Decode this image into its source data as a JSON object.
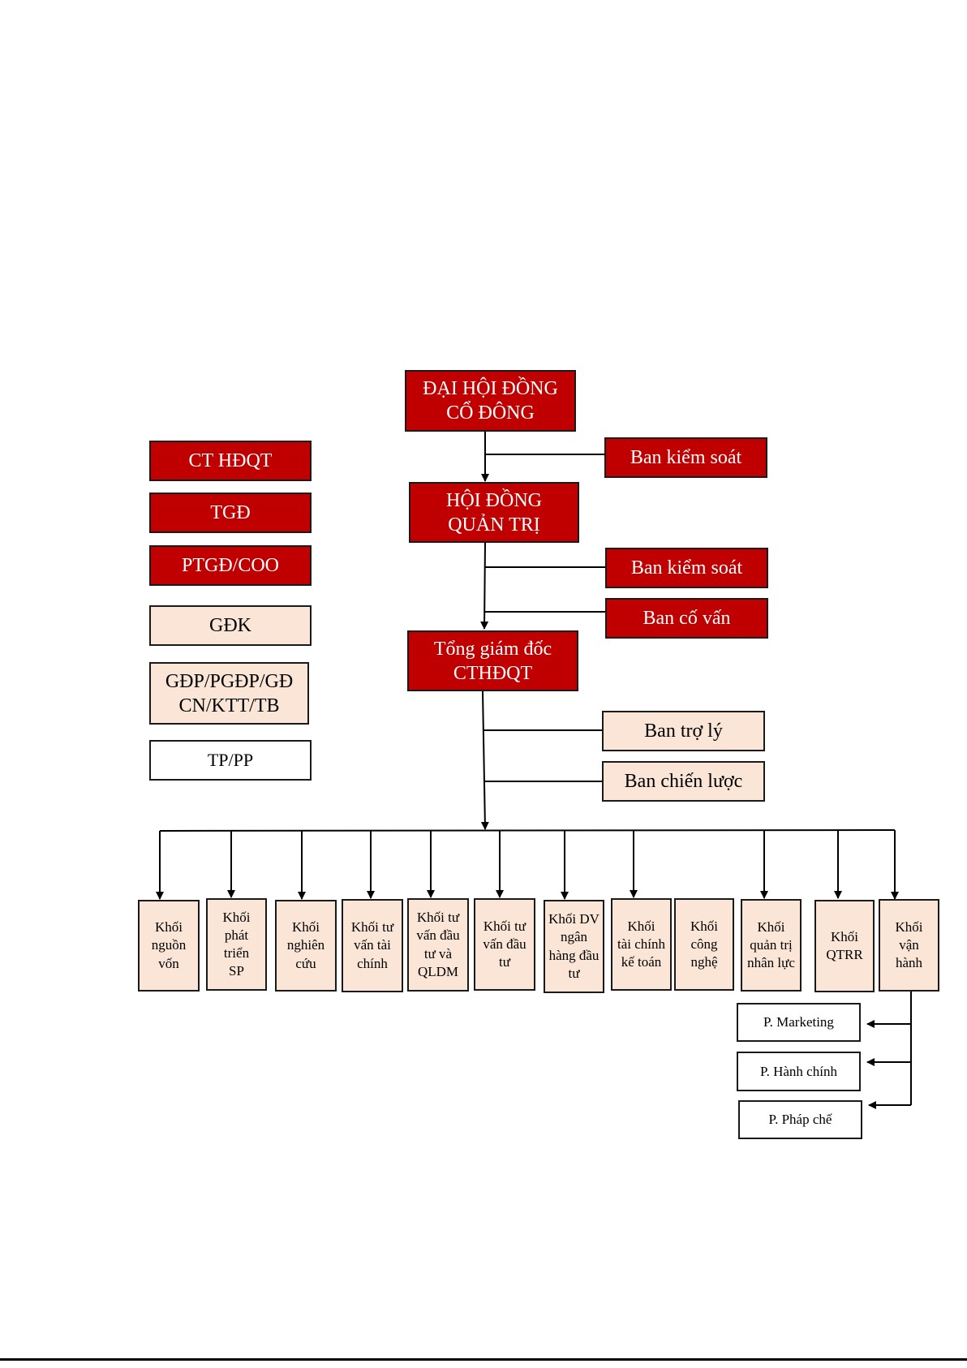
{
  "legend": [
    {
      "label": "CT HĐQT",
      "style": "red"
    },
    {
      "label": "TGĐ",
      "style": "red"
    },
    {
      "label": "PTGĐ/COO",
      "style": "red"
    },
    {
      "label": "GĐK",
      "style": "peach"
    },
    {
      "label": "GĐP/PGĐP/GĐ\nCN/KTT/TB",
      "style": "peach"
    },
    {
      "label": "TP/PP",
      "style": "white"
    }
  ],
  "top": {
    "shareholders": "ĐẠI HỘI ĐỒNG\nCỔ ĐÔNG",
    "board": "HỘI ĐỒNG\nQUẢN TRỊ",
    "ceo": "Tổng giám đốc\nCTHĐQT"
  },
  "side": {
    "control_1": "Ban kiểm soát",
    "control_2": "Ban kiểm soát",
    "advisory": "Ban cố vấn",
    "assistant": "Ban trợ lý",
    "strategy": "Ban chiến lược"
  },
  "units": [
    "Khối\nnguồn\nvốn",
    "Khối\nphát\ntriển\nSP",
    "Khối\nnghiên\ncứu",
    "Khối tư\nvấn tài\nchính",
    "Khối tư\nvấn đầu\ntư và\nQLDM",
    "Khối tư\nvấn đầu\ntư",
    "Khối DV\nngân\nhàng đầu\ntư",
    "Khối\ntài chính\nkế toán",
    "Khối\ncông\nnghệ",
    "Khối\nquản trị\nnhân lực",
    "Khối\nQTRR",
    "Khối\nvận\nhành"
  ],
  "departments": [
    "P. Marketing",
    "P. Hành chính",
    "P. Pháp chế"
  ],
  "colors": {
    "red": "#c00000",
    "peach": "#fbe5d6",
    "white": "#ffffff",
    "border": "#1a1a1a"
  }
}
